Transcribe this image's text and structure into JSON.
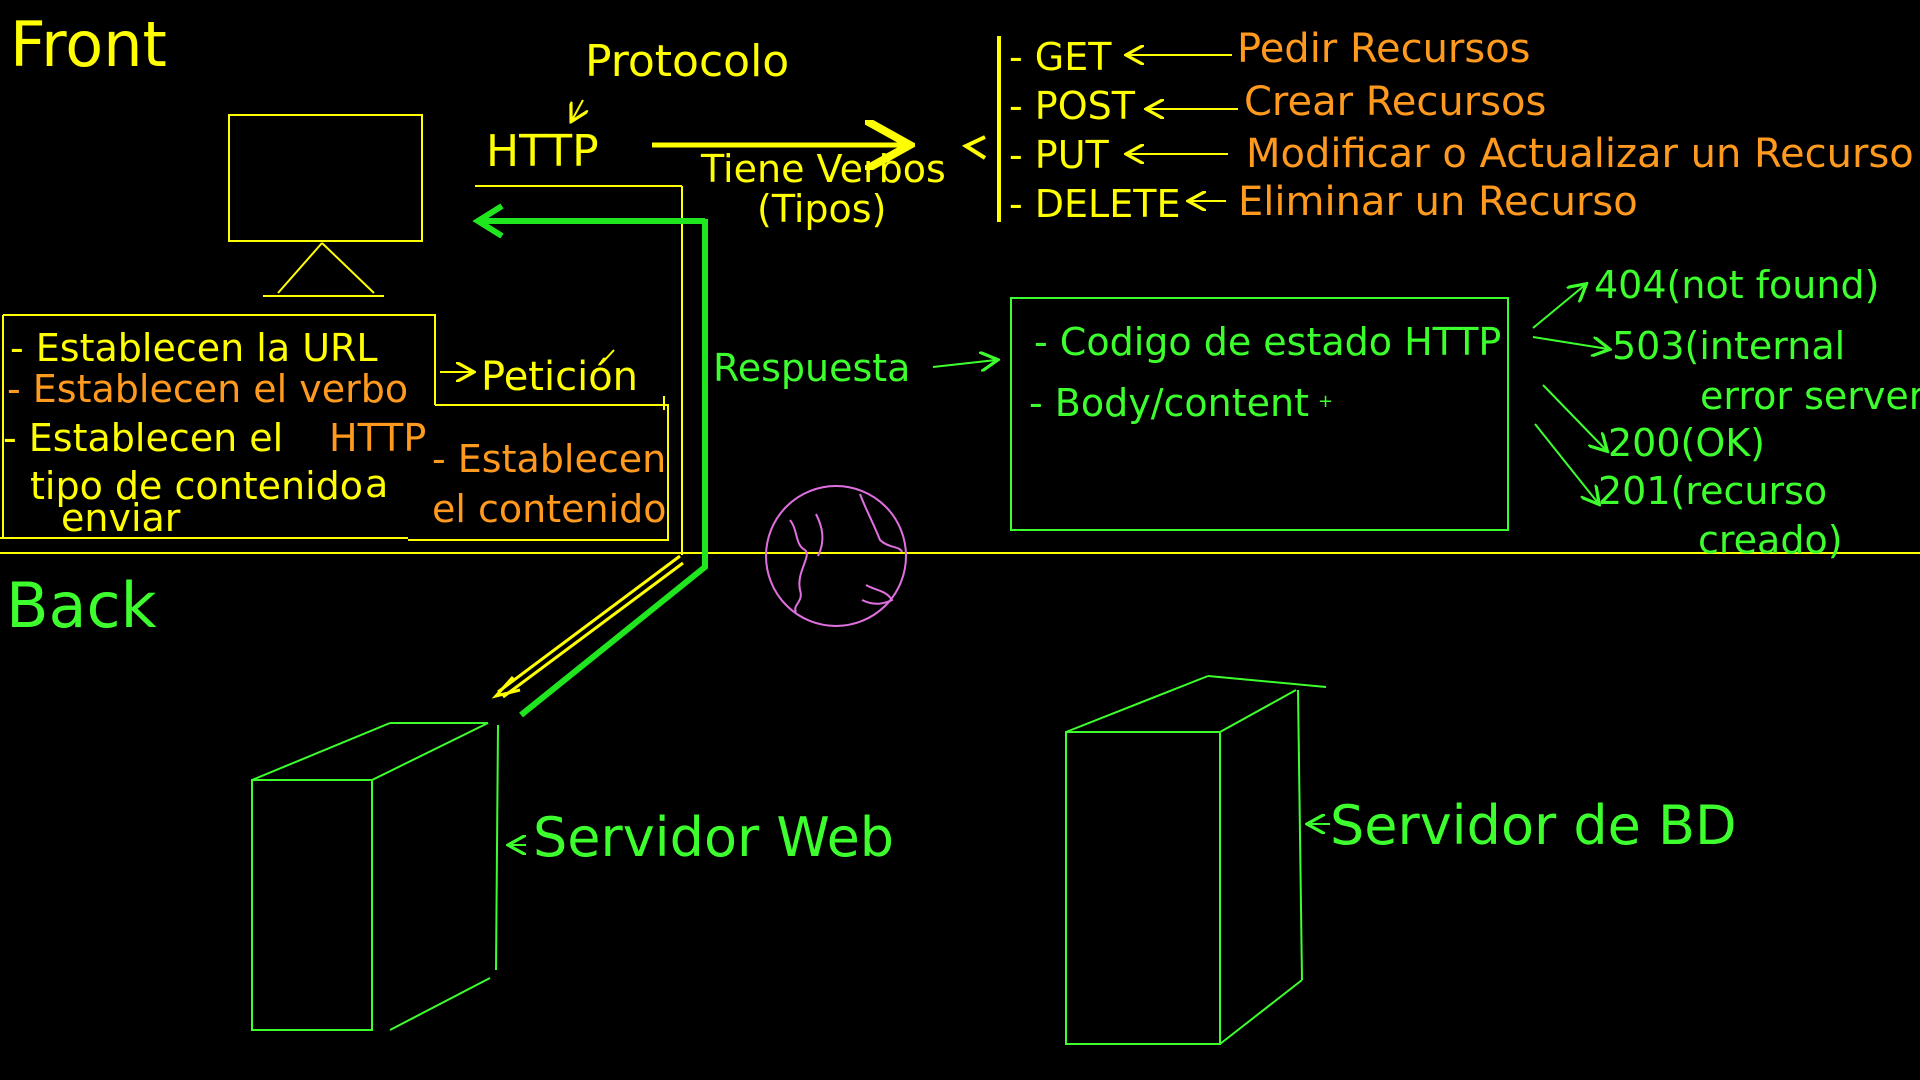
{
  "colors": {
    "background": "#000000",
    "front_yellow": "#FFFF00",
    "orange": "#FF9A1F",
    "green": "#3DFF2E",
    "bright_green": "#1FE61F",
    "globe": "#E070E0"
  },
  "sections": {
    "front": "Front",
    "back": "Back"
  },
  "protocol": {
    "label": "Protocolo",
    "name": "HTTP",
    "verbs_line1": "Tiene Verbos",
    "verbs_line2": "(Tipos)"
  },
  "verbs": [
    {
      "verb": "- GET",
      "meaning": "Pedir Recursos"
    },
    {
      "verb": "- POST",
      "meaning": "Crear Recursos"
    },
    {
      "verb": "- PUT",
      "meaning": "Modificar o Actualizar un Recurso"
    },
    {
      "verb": "- DELETE",
      "meaning": "Eliminar un Recurso"
    }
  ],
  "request": {
    "line_url": "- Establecen la URL",
    "line_verb": "- Establecen el verbo",
    "line_type_1": "- Establecen el",
    "line_type_http": "HTTP",
    "line_type_2": "tipo de contenido",
    "line_type_a": "a",
    "line_type_3": "enviar",
    "content_1": "- Establecen",
    "content_2": "el contenido",
    "label": "Petición"
  },
  "response": {
    "label": "Respuesta",
    "status": "- Codigo de estado HTTP",
    "body": "- Body/content",
    "plus": "+"
  },
  "status_codes": [
    {
      "line1": "404(not found)",
      "line2": ""
    },
    {
      "line1": "503(internal",
      "line2": "error server)"
    },
    {
      "line1": "200(OK)",
      "line2": ""
    },
    {
      "line1": "201(recurso",
      "line2": "creado)"
    }
  ],
  "servers": {
    "web": "Servidor Web",
    "db": "Servidor de BD"
  }
}
